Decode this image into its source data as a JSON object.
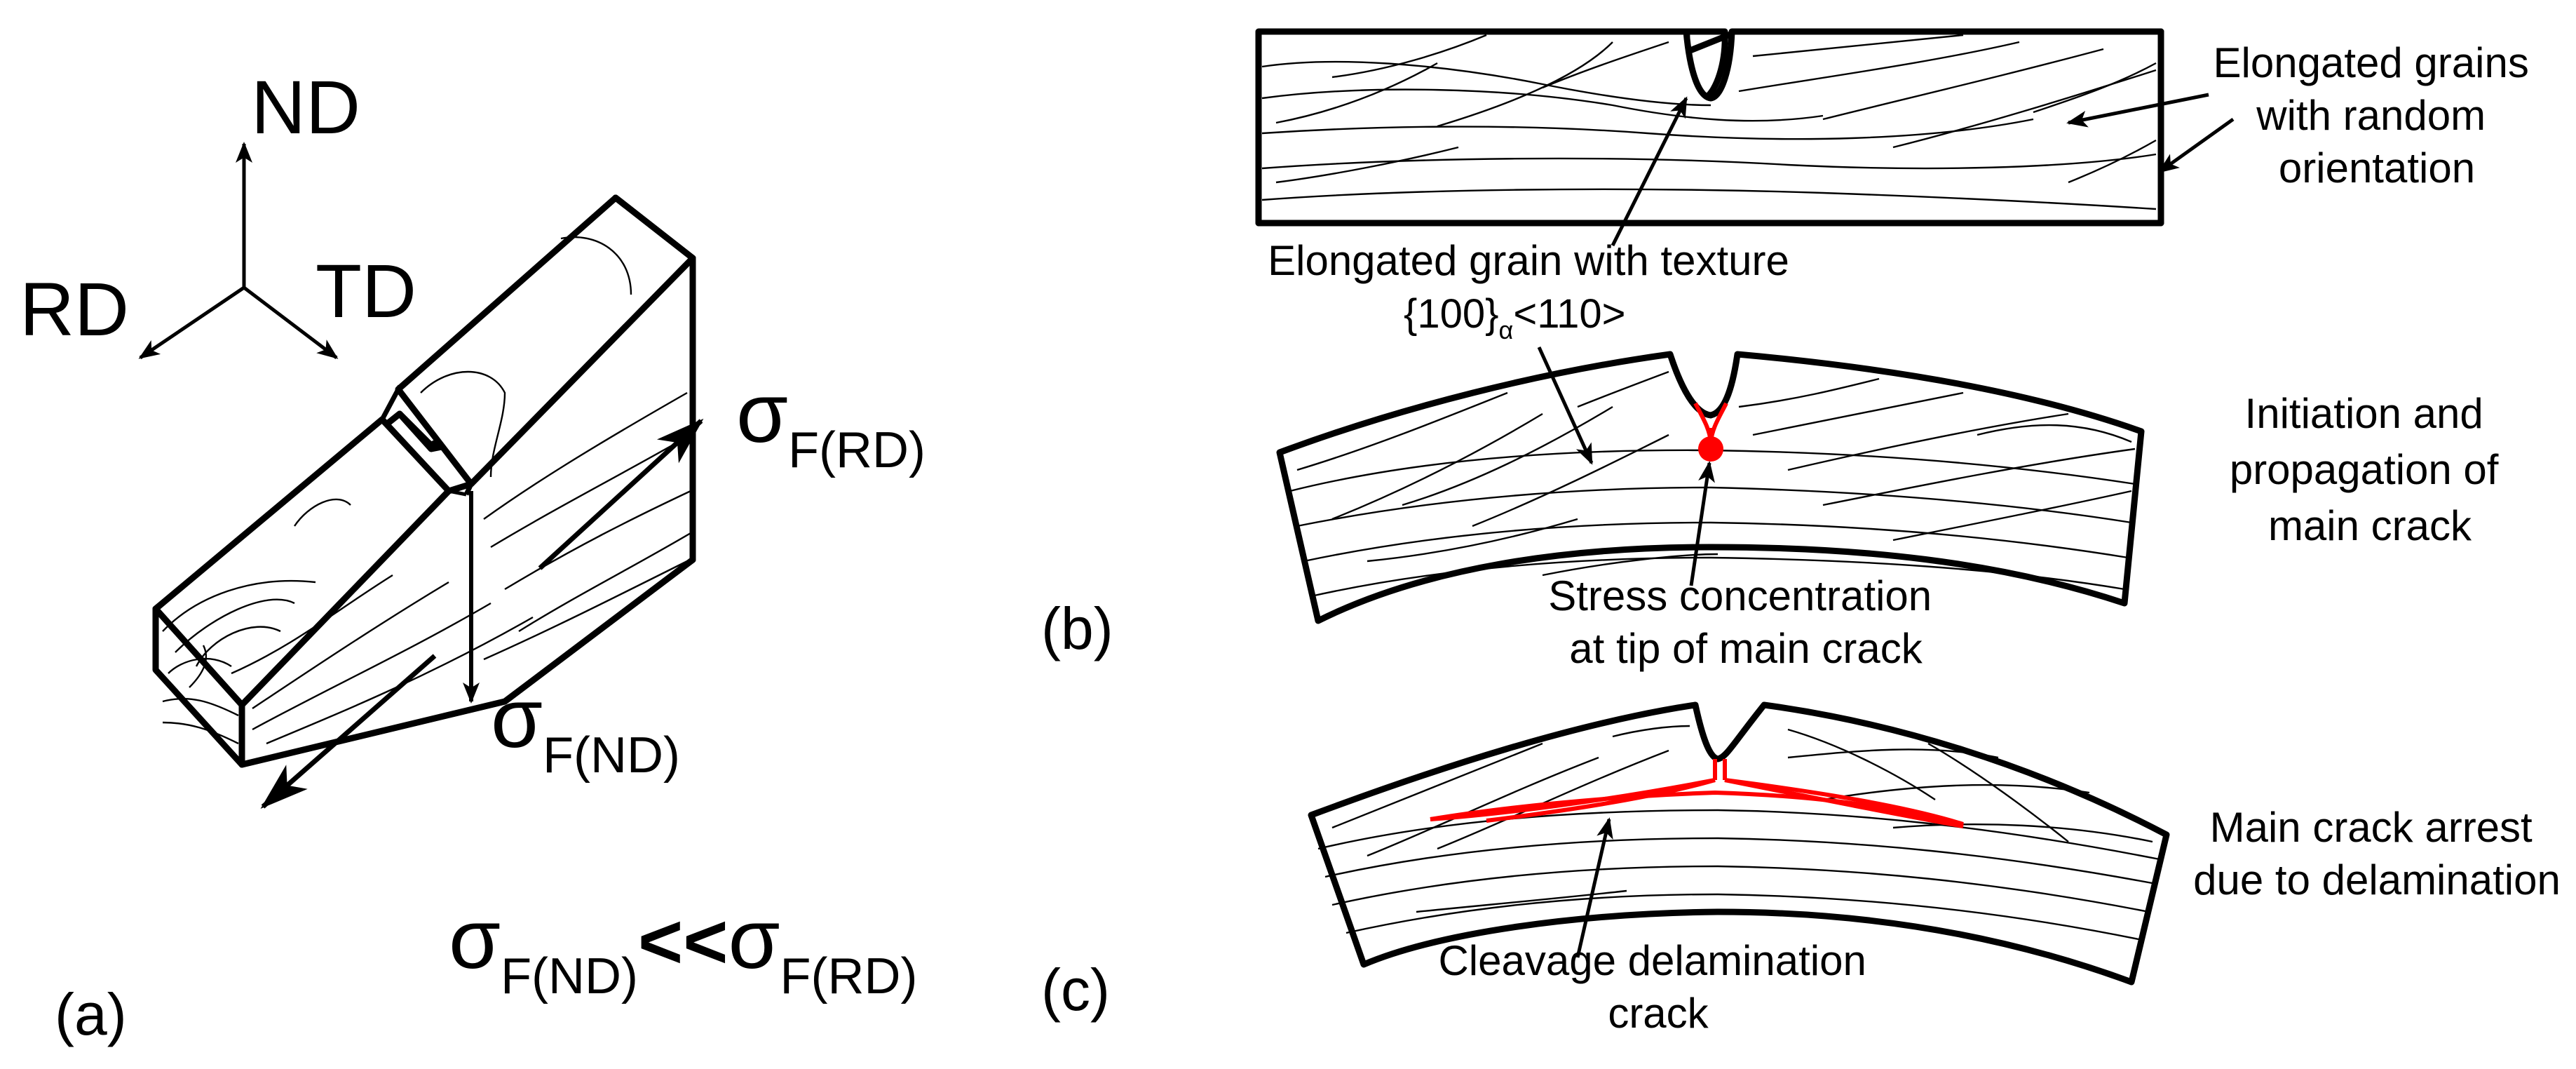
{
  "panel_a": {
    "tag": "(a)",
    "axes": {
      "nd": "ND",
      "rd": "RD",
      "td": "TD"
    },
    "stress_rd": {
      "sym": "σ",
      "sub": "F(RD)"
    },
    "stress_nd": {
      "sym": "σ",
      "sub": "F(ND)"
    },
    "relation": {
      "left_sym": "σ",
      "left_sub": "F(ND)",
      "op": "<<",
      "right_sym": "σ",
      "right_sub": "F(RD)"
    }
  },
  "panel_b": {
    "tag": "(b)",
    "label_elongated_random": [
      "Elongated grains",
      "with random",
      "orientation"
    ],
    "label_texture": "Elongated grain with texture",
    "label_texture_formula": {
      "pre": "{100}",
      "sub": "α",
      "post": "<110>"
    },
    "label_initiation": [
      "Initiation and",
      "propagation of",
      "main crack"
    ],
    "label_stress_conc": [
      "Stress concentration",
      "at tip of main crack"
    ]
  },
  "panel_c": {
    "tag": "(c)",
    "label_arrest": [
      "Main crack arrest",
      "due to delamination"
    ],
    "label_cleavage": [
      "Cleavage delamination",
      "crack"
    ]
  },
  "colors": {
    "ink": "#000000",
    "crack": "#ff0000"
  }
}
